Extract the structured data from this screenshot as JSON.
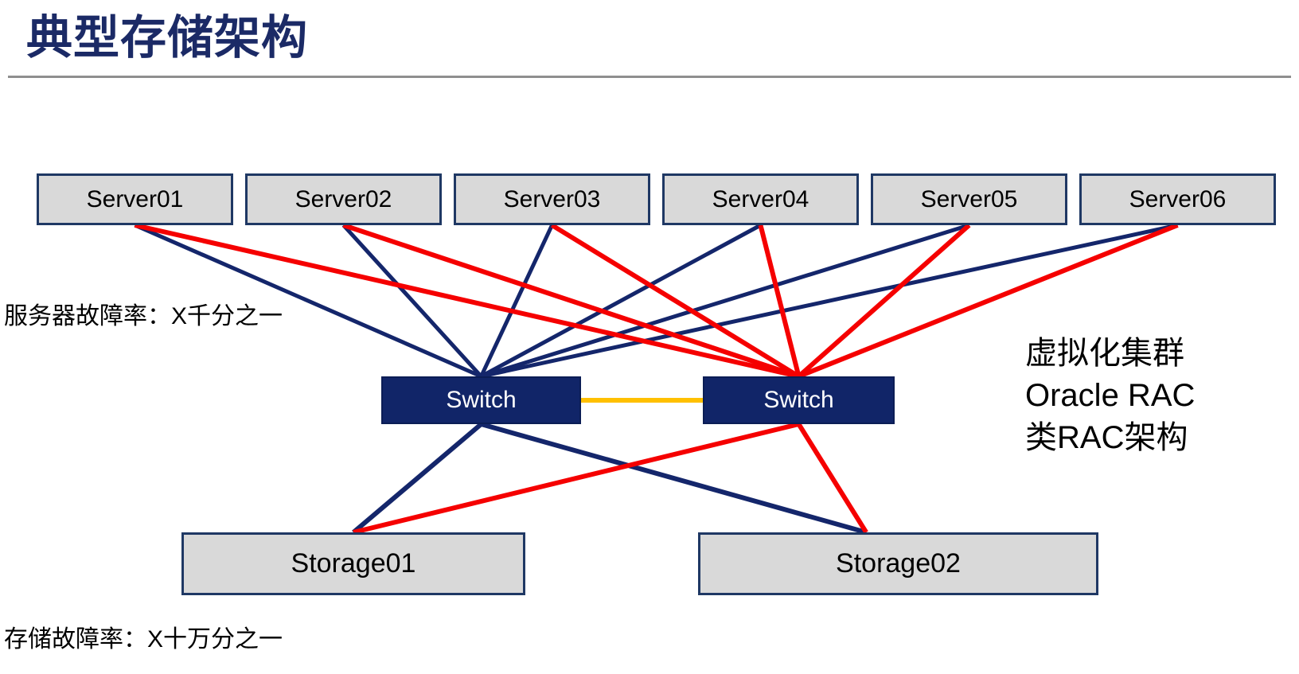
{
  "slide": {
    "title": "典型存储架构",
    "notes": {
      "server_failure": "服务器故障率：X千分之一",
      "storage_failure": "存储故障率：X十万分之一",
      "right_note_lines": [
        "虚拟化集群",
        "Oracle RAC",
        "类RAC架构"
      ]
    }
  },
  "nodes": {
    "servers": [
      {
        "id": "server1",
        "label": "Server01"
      },
      {
        "id": "server2",
        "label": "Server02"
      },
      {
        "id": "server3",
        "label": "Server03"
      },
      {
        "id": "server4",
        "label": "Server04"
      },
      {
        "id": "server5",
        "label": "Server05"
      },
      {
        "id": "server6",
        "label": "Server06"
      }
    ],
    "switches": [
      {
        "id": "switch1",
        "label": "Switch"
      },
      {
        "id": "switch2",
        "label": "Switch"
      }
    ],
    "storages": [
      {
        "id": "storage1",
        "label": "Storage01"
      },
      {
        "id": "storage2",
        "label": "Storage02"
      }
    ]
  },
  "edges": [
    {
      "from": "server1",
      "to": "switch1",
      "fromSide": "bottom",
      "toSide": "top",
      "color": "navy",
      "width": 5
    },
    {
      "from": "server2",
      "to": "switch1",
      "fromSide": "bottom",
      "toSide": "top",
      "color": "navy",
      "width": 5
    },
    {
      "from": "server3",
      "to": "switch1",
      "fromSide": "bottom",
      "toSide": "top",
      "color": "navy",
      "width": 5
    },
    {
      "from": "server4",
      "to": "switch1",
      "fromSide": "bottom",
      "toSide": "top",
      "color": "navy",
      "width": 5
    },
    {
      "from": "server5",
      "to": "switch1",
      "fromSide": "bottom",
      "toSide": "top",
      "color": "navy",
      "width": 5
    },
    {
      "from": "server6",
      "to": "switch1",
      "fromSide": "bottom",
      "toSide": "top",
      "color": "navy",
      "width": 5
    },
    {
      "from": "switch1",
      "to": "storage1",
      "fromSide": "bottom",
      "toSide": "top",
      "color": "navy",
      "width": 6
    },
    {
      "from": "switch1",
      "to": "storage2",
      "fromSide": "bottom",
      "toSide": "top",
      "color": "navy",
      "width": 6
    },
    {
      "from": "server1",
      "to": "switch2",
      "fromSide": "bottom",
      "toSide": "top",
      "color": "red",
      "width": 6
    },
    {
      "from": "server2",
      "to": "switch2",
      "fromSide": "bottom",
      "toSide": "top",
      "color": "red",
      "width": 6
    },
    {
      "from": "server3",
      "to": "switch2",
      "fromSide": "bottom",
      "toSide": "top",
      "color": "red",
      "width": 6
    },
    {
      "from": "server4",
      "to": "switch2",
      "fromSide": "bottom",
      "toSide": "top",
      "color": "red",
      "width": 6
    },
    {
      "from": "server5",
      "to": "switch2",
      "fromSide": "bottom",
      "toSide": "top",
      "color": "red",
      "width": 6
    },
    {
      "from": "server6",
      "to": "switch2",
      "fromSide": "bottom",
      "toSide": "top",
      "color": "red",
      "width": 6
    },
    {
      "from": "switch2",
      "to": "storage1",
      "fromSide": "bottom",
      "toSide": "top",
      "color": "red",
      "width": 6
    },
    {
      "from": "switch2",
      "to": "storage2",
      "fromSide": "bottom",
      "toSide": "top",
      "color": "red",
      "width": 6
    },
    {
      "from": "switch1",
      "to": "switch2",
      "fromSide": "right",
      "toSide": "left",
      "color": "orange",
      "width": 6
    }
  ],
  "colors": {
    "navy": "#14266B",
    "red": "#F50000",
    "orange": "#FFC000",
    "title": "#1B2A66",
    "box_fill": "#D9D9D9",
    "box_border": "#1F3864",
    "switch_fill": "#112568"
  }
}
